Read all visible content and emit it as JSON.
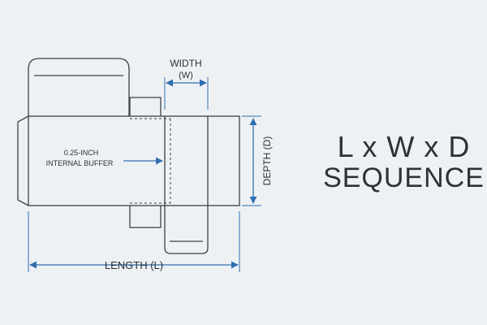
{
  "diagram": {
    "labels": {
      "width_line1": "WIDTH",
      "width_line2": "(W)",
      "depth": "DEPTH (D)",
      "length": "LENGTH (L)",
      "buffer_line1": "0.25-INCH",
      "buffer_line2": "INTERNAL BUFFER"
    },
    "colors": {
      "outline": "#3b4048",
      "accent": "#2f6fb0",
      "background": "#eef1f4"
    }
  },
  "heading": {
    "line1": "L x W x D",
    "line2": "SEQUENCE"
  }
}
